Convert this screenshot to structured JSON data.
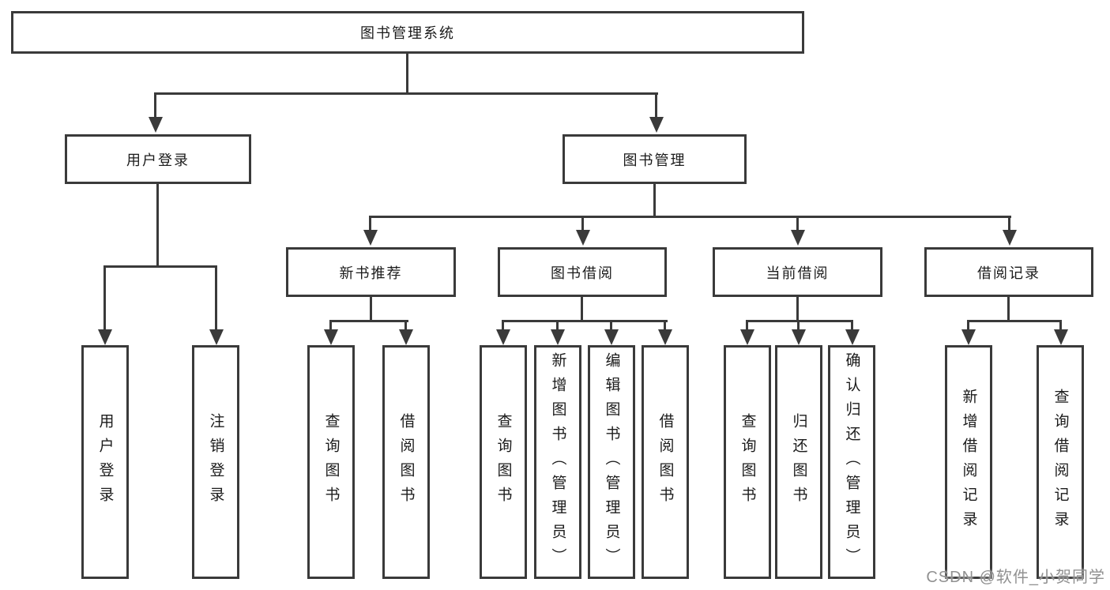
{
  "tree": {
    "root": {
      "label": "图书管理系统"
    },
    "children": [
      {
        "label": "用户登录",
        "children": [
          {
            "label": "用户登录"
          },
          {
            "label": "注销登录"
          }
        ]
      },
      {
        "label": "图书管理",
        "children": [
          {
            "label": "新书推荐",
            "children": [
              {
                "label": "查询图书"
              },
              {
                "label": "借阅图书"
              }
            ]
          },
          {
            "label": "图书借阅",
            "children": [
              {
                "label": "查询图书"
              },
              {
                "label": "新增图书（管理员）"
              },
              {
                "label": "编辑图书（管理员）"
              },
              {
                "label": "借阅图书"
              }
            ]
          },
          {
            "label": "当前借阅",
            "children": [
              {
                "label": "查询图书"
              },
              {
                "label": "归还图书"
              },
              {
                "label": "确认归还（管理员）"
              }
            ]
          },
          {
            "label": "借阅记录",
            "children": [
              {
                "label": "新增借阅记录"
              },
              {
                "label": "查询借阅记录"
              }
            ]
          }
        ]
      }
    ]
  },
  "watermark": {
    "text": "CSDN @软件_小贺同学"
  },
  "colors": {
    "line": "#3a3a3a",
    "box_border": "#3a3a3a",
    "text": "#1b1b1b",
    "watermark": "#919191",
    "background": "#ffffff"
  }
}
